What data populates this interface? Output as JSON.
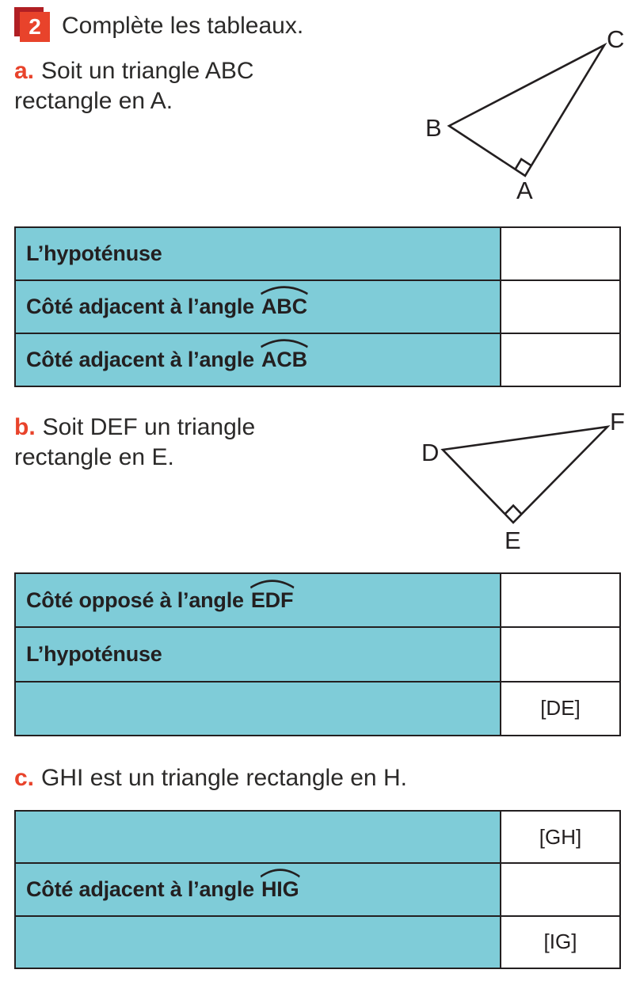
{
  "header": {
    "number": "2",
    "title": "Complète les tableaux."
  },
  "colors": {
    "accent_red": "#e8432b",
    "badge_shadow_red": "#b01f24",
    "table_fill_teal": "#7fccd8",
    "ink": "#231f20"
  },
  "parts": {
    "a": {
      "letter": "a.",
      "lines": [
        "Soit un triangle ABC",
        "rectangle en A."
      ]
    },
    "b": {
      "letter": "b.",
      "lines": [
        "Soit DEF un triangle",
        "rectangle en E."
      ]
    },
    "c": {
      "letter": "c.",
      "lines": [
        "GHI est un triangle rectangle en H."
      ]
    }
  },
  "figures": {
    "abc": {
      "vertex_top_right": "C",
      "vertex_left": "B",
      "vertex_bottom": "A"
    },
    "def": {
      "vertex_top_right": "F",
      "vertex_left": "D",
      "vertex_bottom": "E"
    }
  },
  "tables": {
    "a": {
      "rows": [
        {
          "label": "L’hypoténuse",
          "angle": "",
          "value": ""
        },
        {
          "label": "Côté adjacent à l’angle",
          "angle": "ABC",
          "value": ""
        },
        {
          "label": "Côté adjacent à l’angle",
          "angle": "ACB",
          "value": ""
        }
      ]
    },
    "b": {
      "rows": [
        {
          "label": "Côté opposé à l’angle",
          "angle": "EDF",
          "value": ""
        },
        {
          "label": "L’hypoténuse",
          "angle": "",
          "value": ""
        },
        {
          "label": "",
          "angle": "",
          "value": "[DE]"
        }
      ]
    },
    "c": {
      "rows": [
        {
          "label": "",
          "angle": "",
          "value": "[GH]"
        },
        {
          "label": "Côté adjacent à l’angle",
          "angle": "HIG",
          "value": ""
        },
        {
          "label": "",
          "angle": "",
          "value": "[IG]"
        }
      ]
    }
  }
}
